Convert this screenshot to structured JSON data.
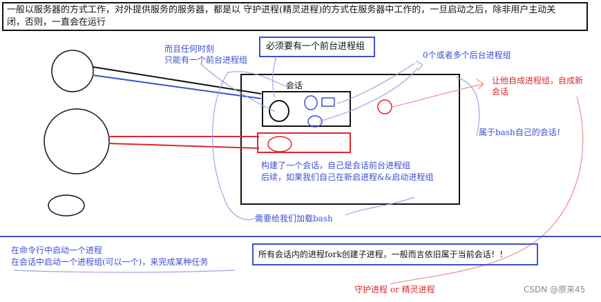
{
  "intro": {
    "line1": "一般以服务器的方式工作，对外提供服务的服务器，都是以 守护进程(精灵进程)的方式在服务器中工作的，一旦启动之后，除非用户主动关",
    "line2": "闭，否则，一直会在运行"
  },
  "diagram": {
    "fg_required": "必须要有一个前台进程组",
    "only_one_fg_line1": "而且任何时刻",
    "only_one_fg_line2": "只能有一个前台进程组",
    "bg_groups": "0个或者多个后台进程组",
    "session_label": "会话",
    "own_group_line1": "让他自成进程组，自成新",
    "own_group_line2": "会话",
    "bash_session": "属于bash自己的会话！",
    "built_session": "构建了一个会话，自己是会话前台进程组",
    "later_new": "后续，如果我们自己在新启进程&&启动进程组",
    "load_bash": "需要给我们加载bash"
  },
  "bottom": {
    "cmd_line1": "在命令行中启动一个进程",
    "cmd_line2": "在会话中启动一个进程组(可以一个)，来完成某种任务",
    "fork_note": "所有会话内的进程fork创建子进程，一般而言依旧属于当前会话！！",
    "daemon": "守护进程 or 精灵进程"
  },
  "watermark": "CSDN @原来45",
  "colors": {
    "blue": "#3a4fd0",
    "light_blue": "#9aa6e0",
    "red": "#e0262a",
    "light_red": "#f28a8a",
    "black": "#111111"
  }
}
